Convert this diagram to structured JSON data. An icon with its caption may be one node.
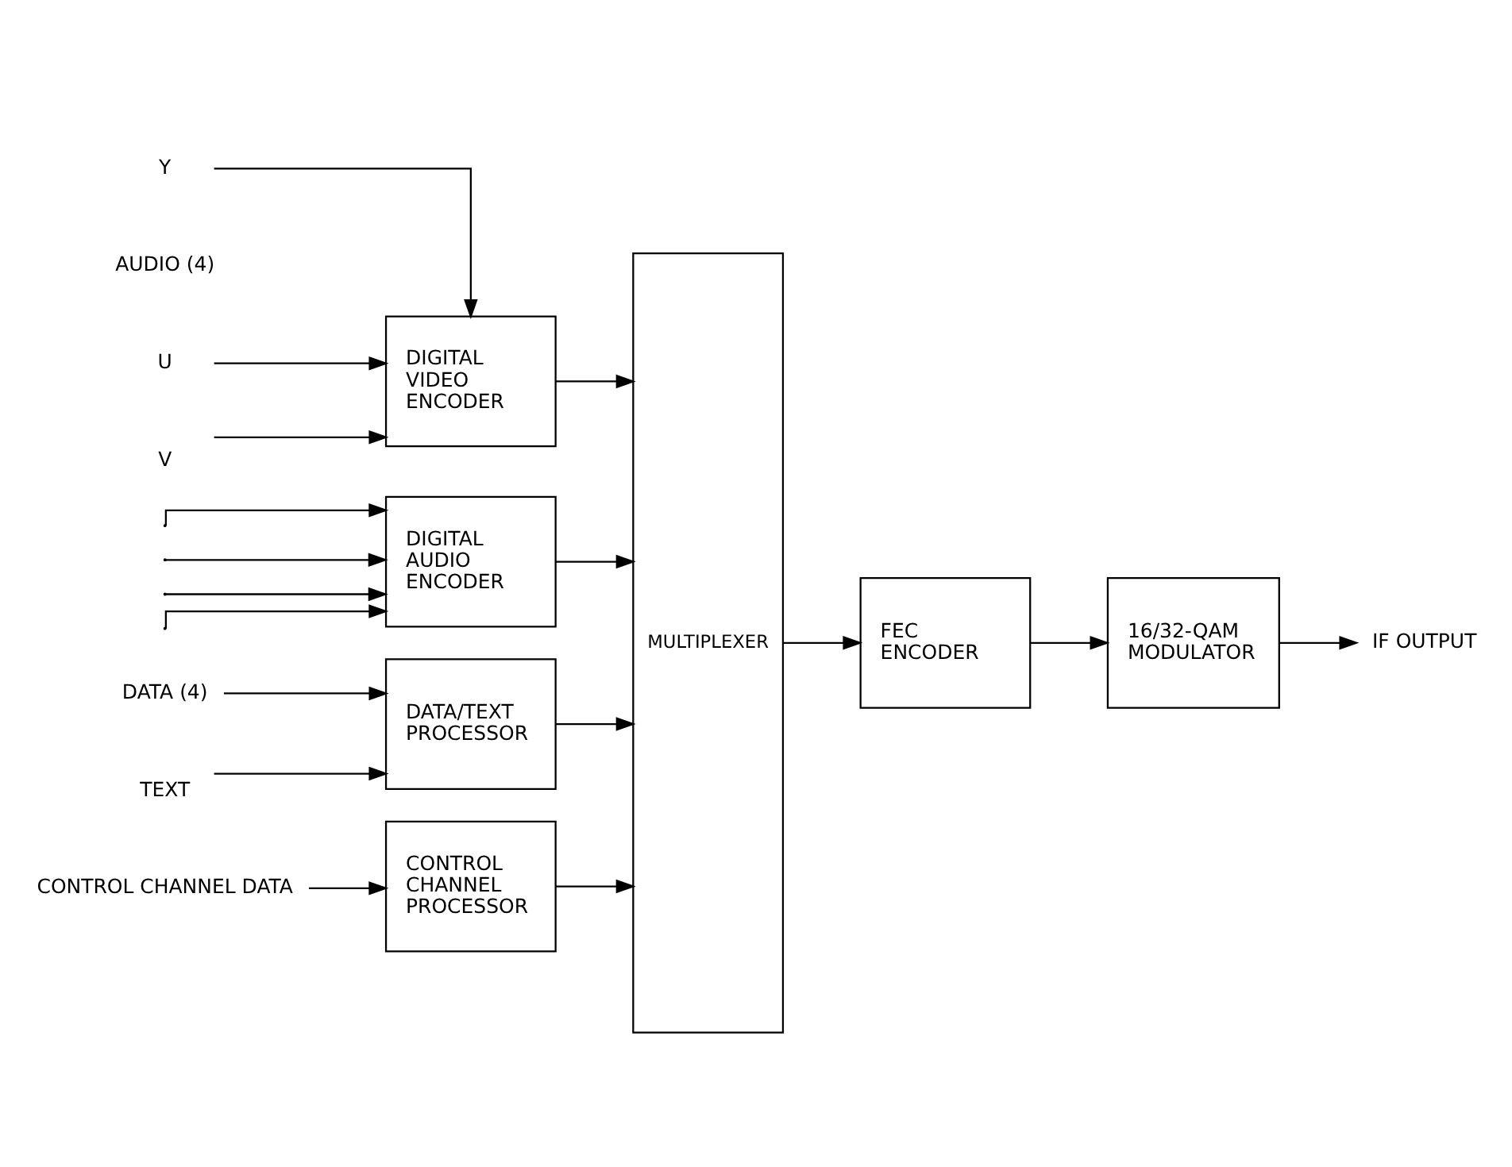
{
  "diagram": {
    "nodes": [
      {
        "text": [
          "Y"
        ]
      },
      {
        "text": [
          "U"
        ]
      },
      {
        "text": [
          "V"
        ]
      },
      {
        "text": [
          "DIGITAL VIDEO ENCODER"
        ]
      },
      {
        "text": [
          "DIGITAL AUDIO ENCODER"
        ]
      },
      {
        "text": [
          "DATA (4)"
        ]
      },
      {
        "text": [
          "TEXT"
        ]
      },
      {
        "text": [
          "DATA/TEXT PROCESSOR"
        ]
      },
      {
        "text": [
          "CONTROL CHANNEL DATA"
        ]
      },
      {
        "text": [
          "CONTROL CHANNEL PROCESSOR"
        ]
      },
      {
        "text": [
          "MULTIPLEXER"
        ]
      },
      {
        "text": [
          "FEC ENCODER"
        ]
      },
      {
        "text": [
          "16/32-QAM MODULATOR"
        ]
      },
      {
        "text": [
          "IF OUTPUT"
        ]
      }
    ],
    "edges": [
      {
        "from": 0,
        "to": 3,
        "arrow": "to"
      },
      {
        "from": 1,
        "to": 3,
        "arrow": "to"
      },
      {
        "from": 2,
        "to": 3,
        "arrow": "to"
      },
      {
        "from": null,
        "to": 4,
        "arrow": "to"
      },
      {
        "from": null,
        "to": 4,
        "arrow": "to"
      },
      {
        "from": null,
        "to": 4,
        "arrow": "to"
      },
      {
        "from": null,
        "to": 4,
        "arrow": "to"
      },
      {
        "from": 5,
        "to": 7,
        "arrow": "to"
      },
      {
        "from": 6,
        "to": 7,
        "arrow": "to"
      },
      {
        "from": 8,
        "to": 9,
        "arrow": "to"
      },
      {
        "from": 3,
        "to": 10,
        "arrow": "to"
      },
      {
        "from": 4,
        "to": 10,
        "arrow": "to"
      },
      {
        "from": 7,
        "to": 10,
        "arrow": "to"
      },
      {
        "from": 9,
        "to": 10,
        "arrow": "to"
      },
      {
        "from": 10,
        "to": 11,
        "arrow": "to"
      },
      {
        "from": 11,
        "to": 12,
        "arrow": "to"
      },
      {
        "from": 12,
        "to": 13,
        "arrow": "to"
      }
    ],
    "labels": [
      "AUDIO (4)"
    ]
  }
}
